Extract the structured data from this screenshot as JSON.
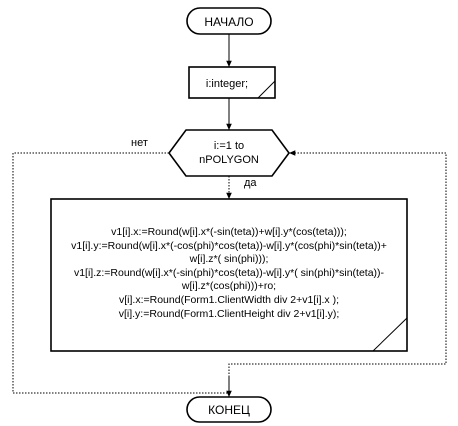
{
  "flowchart": {
    "start_label": "НАЧАЛО",
    "declaration": "i:integer;",
    "loop": {
      "line1": "i:=1 to",
      "line2": "nPOLYGON",
      "no_label": "нет",
      "yes_label": "да"
    },
    "body_lines": [
      "v1[i].x:=Round(w[i].x*(-sin(teta))+w[i].y*(cos(teta)));",
      "v1[i].y:=Round(w[i].x*(-cos(phi)*cos(teta))-w[i].y*(cos(phi)*sin(teta))+",
      "w[i].z*( sin(phi)));",
      "v1[i].z:=Round(w[i].x*(-sin(phi)*cos(teta))-w[i].y*( sin(phi)*sin(teta))-",
      "w[i].z*(cos(phi)))+ro;",
      "v[i].x:=Round(Form1.ClientWidth div 2+v1[i].x );",
      "v[i].y:=Round(Form1.ClientHeight div 2+v1[i].y);"
    ],
    "end_label": "КОНЕЦ"
  }
}
